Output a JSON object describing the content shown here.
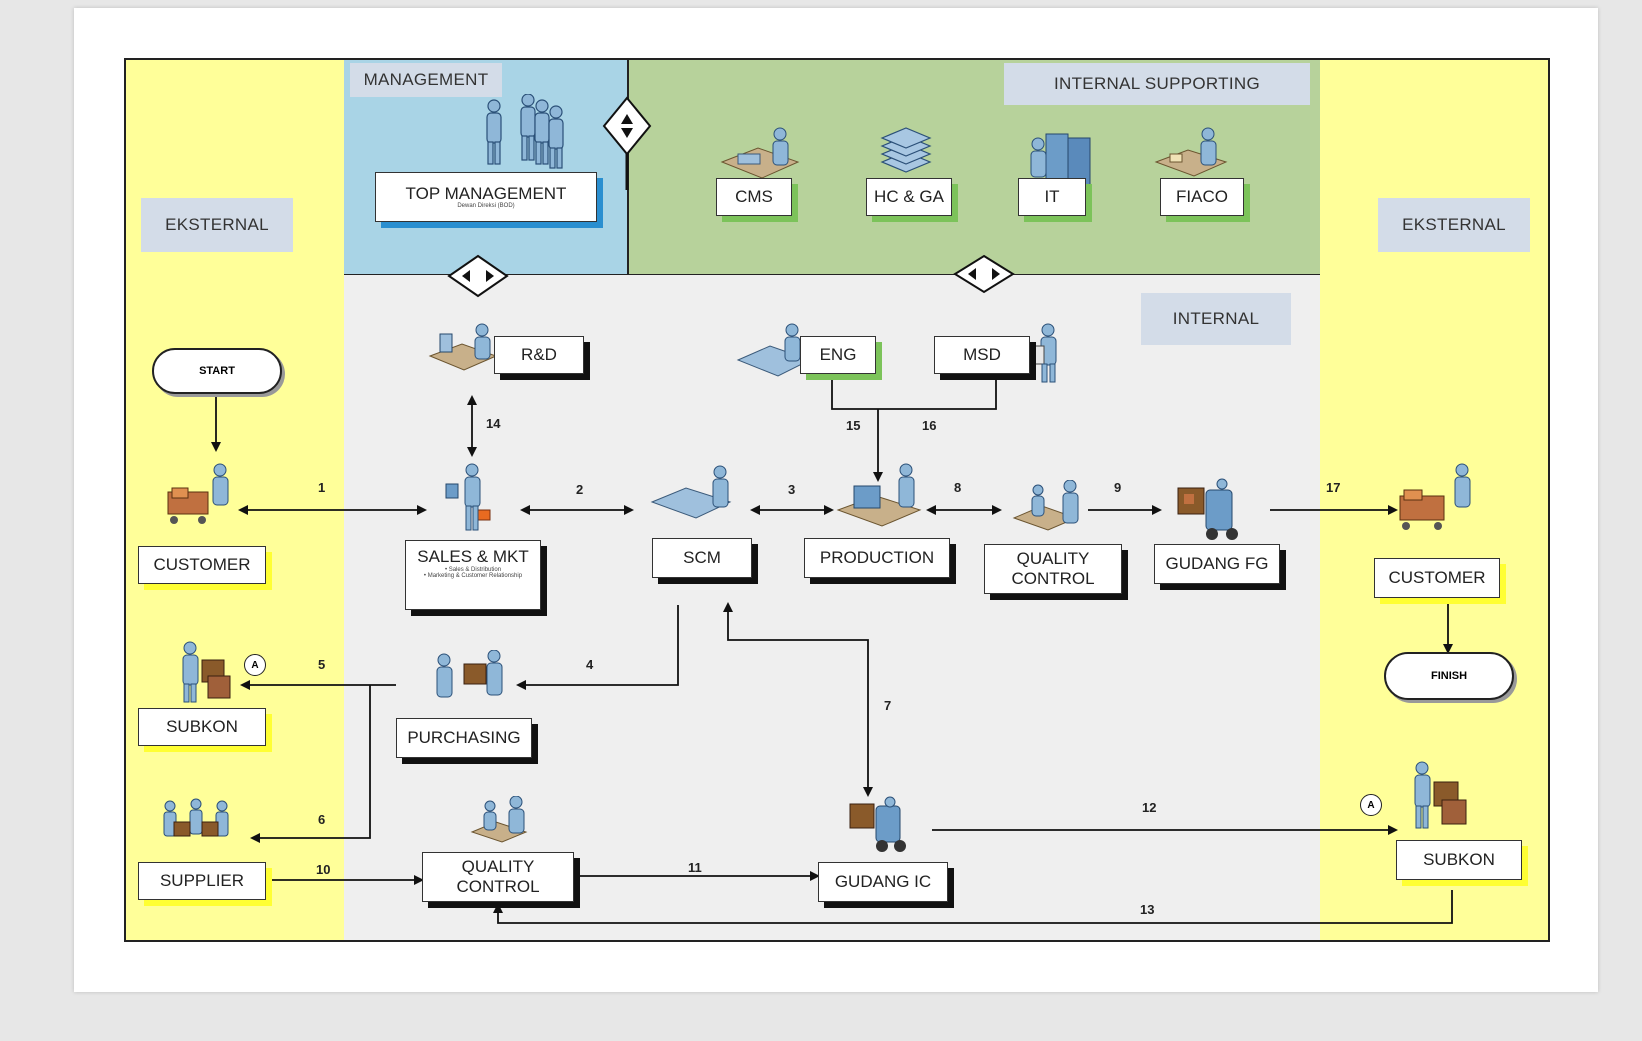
{
  "zones": {
    "management": "MANAGEMENT",
    "internal_supporting": "INTERNAL SUPPORTING",
    "internal": "INTERNAL",
    "external_left": "EKSTERNAL",
    "external_right": "EKSTERNAL"
  },
  "nodes": {
    "top_management": "TOP MANAGEMENT",
    "top_management_sub": "Dewan Direksi (BOD)",
    "cms": "CMS",
    "hc_ga": "HC & GA",
    "it": "IT",
    "fiaco": "FIACO",
    "rnd": "R&D",
    "eng": "ENG",
    "msd": "MSD",
    "sales_mkt": "SALES & MKT",
    "sales_sub_1": "• Sales & Distribution",
    "sales_sub_2": "• Marketing & Customer Relationship",
    "scm": "SCM",
    "production": "PRODUCTION",
    "qc_top_1": "QUALITY",
    "qc_top_2": "CONTROL",
    "gudang_fg": "GUDANG FG",
    "customer_left": "CUSTOMER",
    "customer_right": "CUSTOMER",
    "subkon_left": "SUBKON",
    "subkon_right": "SUBKON",
    "supplier": "SUPPLIER",
    "purchasing": "PURCHASING",
    "qc_bottom_1": "QUALITY",
    "qc_bottom_2": "CONTROL",
    "gudang_ic": "GUDANG IC",
    "start": "START",
    "finish": "FINISH",
    "connector_a_left": "A",
    "connector_a_right": "A"
  },
  "flow_numbers": [
    "1",
    "2",
    "3",
    "4",
    "5",
    "6",
    "7",
    "8",
    "9",
    "10",
    "11",
    "12",
    "13",
    "14",
    "15",
    "16",
    "17"
  ]
}
